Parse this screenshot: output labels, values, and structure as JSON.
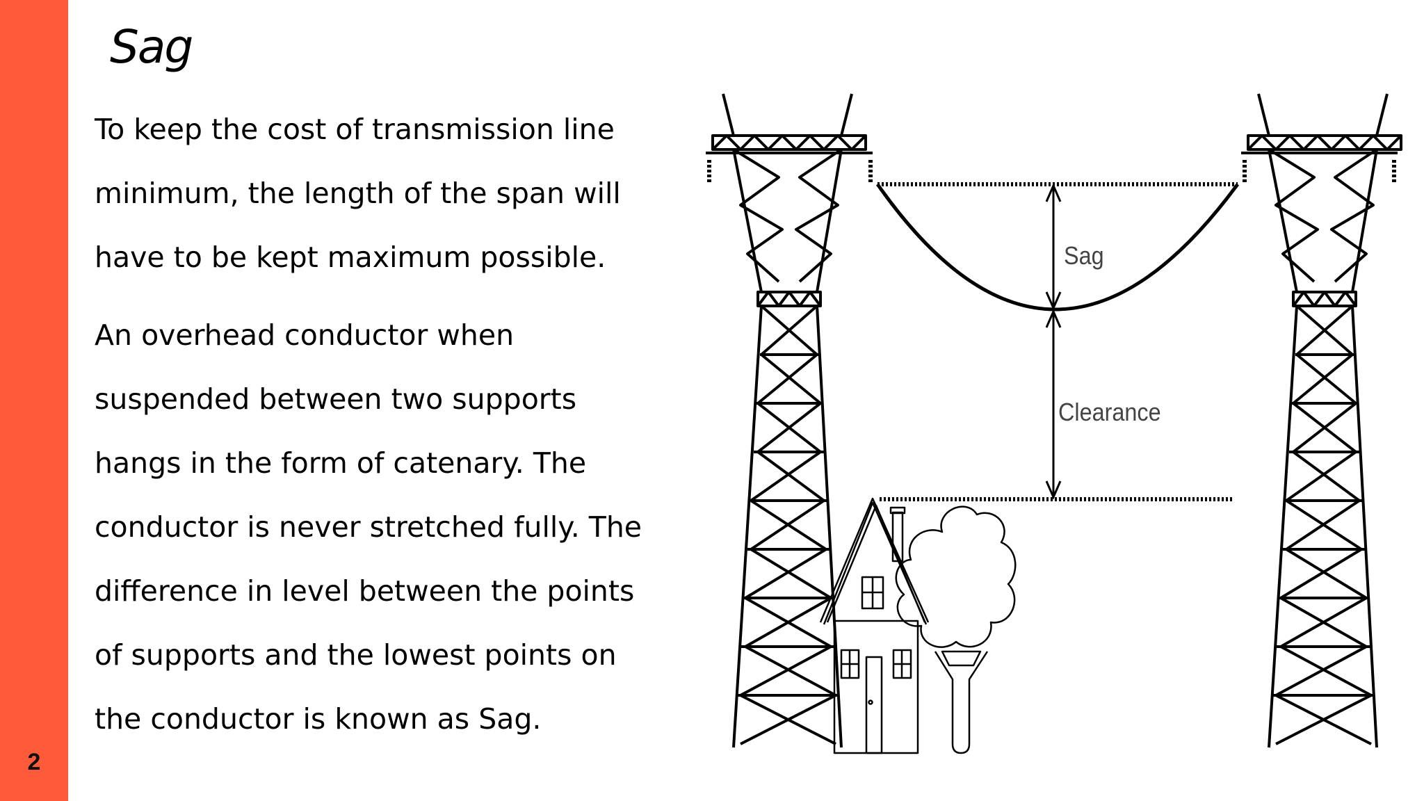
{
  "slide": {
    "title": "Sag",
    "number": "2",
    "paragraphs": [
      "To keep the cost of transmission line minimum, the length of the span will have to be kept maximum possible.",
      "An overhead conductor when suspended between two supports hangs in the form of catenary. The conductor is never stretched fully. The difference in level between the points of supports and the lowest points on the conductor is known as Sag."
    ]
  },
  "diagram": {
    "sag_label": "Sag",
    "clearance_label": "Clearance"
  },
  "colors": {
    "accent_bar": "#ff5a3a",
    "line": "#000000",
    "background": "#ffffff"
  }
}
